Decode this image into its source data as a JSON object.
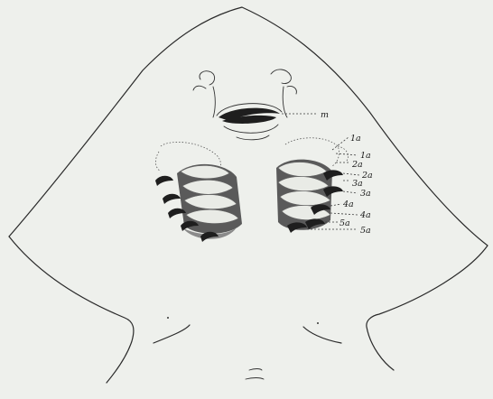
{
  "labels": {
    "mouth": "m",
    "gill_1_upper": "1a",
    "gill_1_lower": "1a",
    "gill_2_upper": "2a",
    "gill_2_lower": "2a",
    "gill_3_upper": "3a",
    "gill_3_lower": "3a",
    "gill_4_upper": "4a",
    "gill_4_lower": "4a",
    "gill_5_upper": "5a",
    "gill_5_lower": "5a"
  },
  "colors": {
    "background": "#eef0ec",
    "ink": "#2a2a2a"
  }
}
